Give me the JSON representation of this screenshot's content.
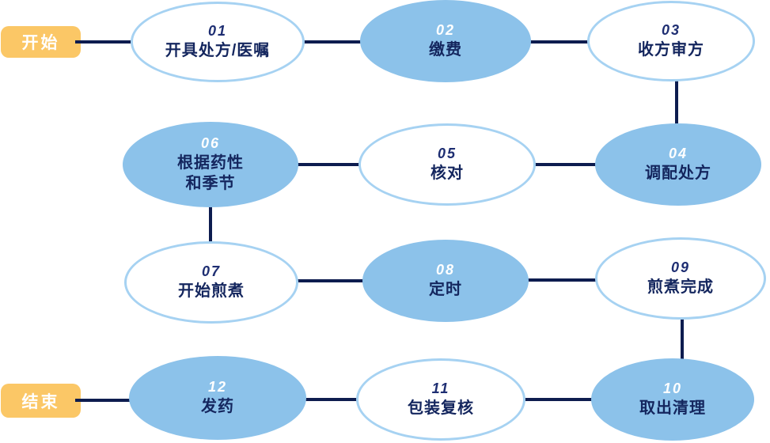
{
  "diagram": {
    "terminals": {
      "start": "开始",
      "end": "结束"
    },
    "nodes": [
      {
        "num": "01",
        "lines": [
          "开具处方/医嘱"
        ],
        "variant": "outline"
      },
      {
        "num": "02",
        "lines": [
          "缴费"
        ],
        "variant": "filled"
      },
      {
        "num": "03",
        "lines": [
          "收方审方"
        ],
        "variant": "outline"
      },
      {
        "num": "04",
        "lines": [
          "调配处方"
        ],
        "variant": "filled"
      },
      {
        "num": "05",
        "lines": [
          "核对"
        ],
        "variant": "outline"
      },
      {
        "num": "06",
        "lines": [
          "根据药性",
          "和季节"
        ],
        "variant": "filled"
      },
      {
        "num": "07",
        "lines": [
          "开始煎煮"
        ],
        "variant": "outline"
      },
      {
        "num": "08",
        "lines": [
          "定时"
        ],
        "variant": "filled"
      },
      {
        "num": "09",
        "lines": [
          "煎煮完成"
        ],
        "variant": "outline"
      },
      {
        "num": "10",
        "lines": [
          "取出清理"
        ],
        "variant": "filled"
      },
      {
        "num": "11",
        "lines": [
          "包装复核"
        ],
        "variant": "outline"
      },
      {
        "num": "12",
        "lines": [
          "发药"
        ],
        "variant": "filled"
      }
    ],
    "colors": {
      "node_fill": "#8CC2EA",
      "node_border": "#A6D2F2",
      "connector": "#0D1C4F",
      "terminal_bg": "#FBC766",
      "terminal_text": "#FFFFFF",
      "text": "#14265E",
      "number_on_fill": "#FFFFFF",
      "number_on_outline": "#1E2E72"
    }
  }
}
